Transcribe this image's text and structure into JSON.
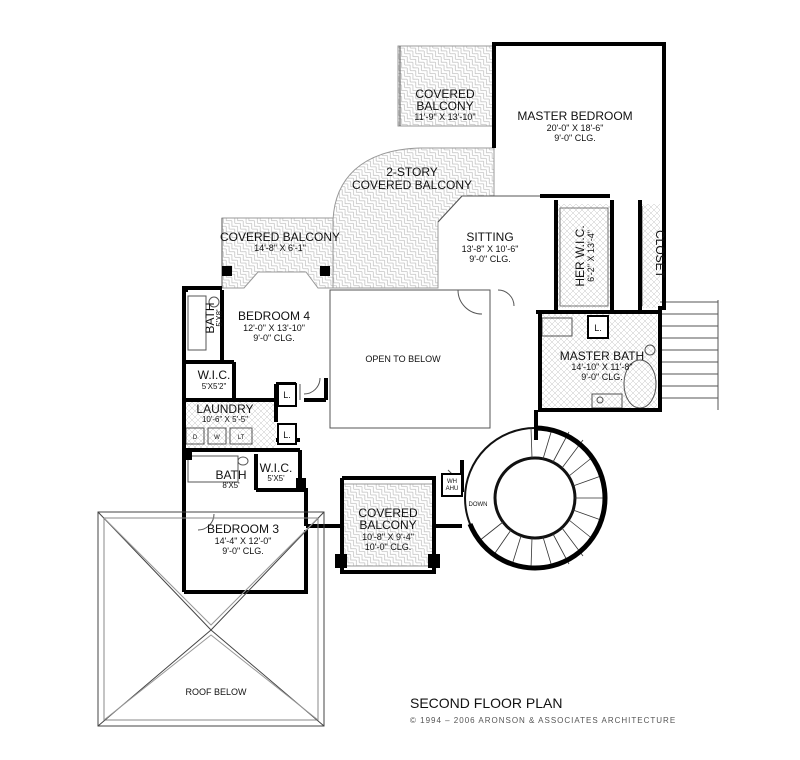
{
  "plan": {
    "title": "SECOND FLOOR PLAN",
    "copyright": "© 1994 – 2006 ARONSON & ASSOCIATES ARCHITECTURE"
  },
  "rooms": {
    "covered_balcony_top": {
      "name_line1": "COVERED",
      "name_line2": "BALCONY",
      "dims": "11'-9\" X 13'-10\""
    },
    "master_bedroom": {
      "name": "MASTER BEDROOM",
      "dims": "20'-0\" X 18'-6\"",
      "ceiling": "9'-0\" CLG."
    },
    "two_story_balcony": {
      "name_line1": "2-STORY",
      "name_line2": "COVERED BALCONY"
    },
    "sitting": {
      "name": "SITTING",
      "dims": "13'-8\" X 10'-6\"",
      "ceiling": "9'-0\" CLG."
    },
    "her_wic": {
      "name": "HER W.I.C.",
      "dims": "6'-2\" X 13'-4\""
    },
    "closet": {
      "name": "CLOSET"
    },
    "covered_balcony_left": {
      "name": "COVERED BALCONY",
      "dims": "14'-8\" X 6'-1\""
    },
    "bath_upper": {
      "name": "BATH",
      "dims": "5'X8'"
    },
    "bedroom4": {
      "name": "BEDROOM 4",
      "dims": "12'-0\" X 13'-10\"",
      "ceiling": "9'-0\" CLG."
    },
    "open_to_below": {
      "name": "OPEN TO BELOW"
    },
    "master_bath": {
      "name": "MASTER BATH",
      "dims": "14'-10\" X 11'-8\"",
      "ceiling": "9'-0\" CLG."
    },
    "wic_upper": {
      "name": "W.I.C.",
      "dims": "5'X5'2\""
    },
    "laundry": {
      "name": "LAUNDRY",
      "dims": "10'-6\" X 5'-5\""
    },
    "bath_lower": {
      "name": "BATH",
      "dims": "8'X5'"
    },
    "wic_lower": {
      "name": "W.I.C.",
      "dims": "5'X5'"
    },
    "bedroom3": {
      "name": "BEDROOM 3",
      "dims": "14'-4\" X 12'-0\"",
      "ceiling": "9'-0\" CLG."
    },
    "covered_balcony_mid": {
      "name_line1": "COVERED",
      "name_line2": "BALCONY",
      "dims": "10'-8\" X 9'-4\"",
      "ceiling": "10'-0\" CLG."
    },
    "roof_below": {
      "name": "ROOF BELOW"
    }
  },
  "fixtures": {
    "linen": "L.",
    "washer_d": "D",
    "washer_w": "W",
    "laundry_tub": "LT",
    "wh_line1": "WH",
    "wh_line2": "AHU",
    "down": "DOWN"
  }
}
